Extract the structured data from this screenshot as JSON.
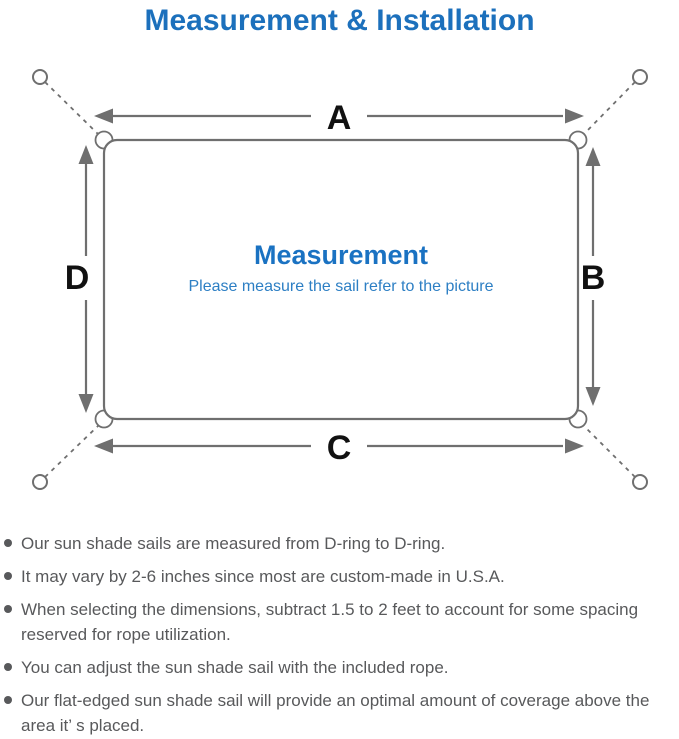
{
  "title": "Measurement & Installation",
  "diagram": {
    "side_labels": {
      "top": "A",
      "right": "B",
      "bottom": "C",
      "left": "D"
    },
    "center_heading": "Measurement",
    "center_subtitle": "Please measure the sail refer to the picture"
  },
  "notes": {
    "items": [
      "Our sun shade sails are measured from D-ring to D-ring.",
      "It may vary by 2-6 inches since most are custom-made in U.S.A.",
      "When selecting the dimensions, subtract 1.5 to 2 feet to account for some spacing reserved for rope utilization.",
      "You can adjust the sun shade sail with the included rope.",
      "Our flat-edged sun shade sail will provide an optimal amount of coverage above the area it’ s placed."
    ]
  },
  "colors": {
    "title-blue": "#1C70BC",
    "center-heading-blue": "#1A72C2",
    "center-subtitle-blue": "#2D7FC4",
    "diagram-gray": "#6F6F6F",
    "label-black": "#111111",
    "note-gray": "#58595B"
  }
}
